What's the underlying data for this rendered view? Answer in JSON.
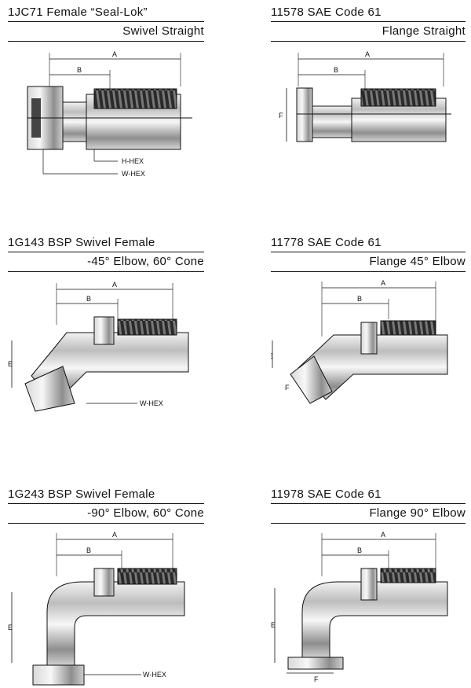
{
  "panels": [
    {
      "id": "1jc71",
      "line1": "1JC71 Female “Seal-Lok”",
      "line2": "Swivel Straight",
      "labels": {
        "a": "A",
        "b": "B",
        "h_hex": "H-HEX",
        "w_hex": "W-HEX"
      }
    },
    {
      "id": "11578",
      "line1": "11578 SAE Code 61",
      "line2": "Flange Straight",
      "labels": {
        "a": "A",
        "b": "B",
        "f": "F"
      }
    },
    {
      "id": "1g143",
      "line1": "1G143 BSP Swivel Female",
      "line2": "-45° Elbow, 60° Cone",
      "labels": {
        "a": "A",
        "b": "B",
        "e": "E",
        "w_hex": "W-HEX"
      }
    },
    {
      "id": "11778",
      "line1": "11778 SAE Code 61",
      "line2": "Flange 45° Elbow",
      "labels": {
        "a": "A",
        "b": "B",
        "e": "E",
        "f": "F"
      }
    },
    {
      "id": "1g243",
      "line1": "1G243 BSP Swivel Female",
      "line2": "-90° Elbow, 60° Cone",
      "labels": {
        "a": "A",
        "b": "B",
        "e": "E",
        "w_hex": "W-HEX"
      }
    },
    {
      "id": "11978",
      "line1": "11978 SAE Code 61",
      "line2": "Flange 90° Elbow",
      "labels": {
        "a": "A",
        "b": "B",
        "e": "E",
        "f": "F"
      }
    }
  ]
}
